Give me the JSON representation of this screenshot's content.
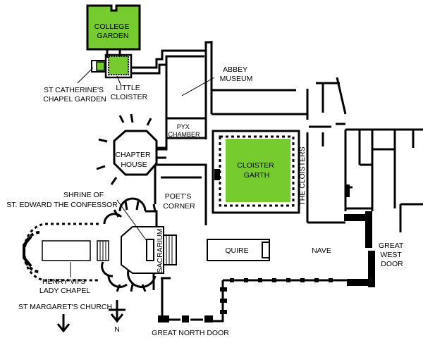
{
  "colors": {
    "green": "#76cc2f",
    "wall": "#000000",
    "background": "#ffffff"
  },
  "labels": {
    "college_garden": [
      "COLLEGE",
      "GARDEN"
    ],
    "st_catherines": [
      "ST CATHERINE'S",
      "CHAPEL GARDEN"
    ],
    "little_cloister": [
      "LITTLE",
      "CLOISTER"
    ],
    "abbey_museum": [
      "ABBEY",
      "MUSEUM"
    ],
    "pyx_chamber": [
      "PYX",
      "CHAMBER"
    ],
    "chapter_house": [
      "CHAPTER",
      "HOUSE"
    ],
    "cloister_garth": [
      "CLOISTER",
      "GARTH"
    ],
    "the_cloisters": "THE CLOISTERS",
    "shrine": [
      "SHRINE OF",
      "ST. EDWARD THE CONFESSOR"
    ],
    "poets_corner": [
      "POET'S",
      "CORNER"
    ],
    "sacrarium": "SACRARIUM",
    "quire": "QUIRE",
    "nave": "NAVE",
    "great_west_door": [
      "GREAT",
      "WEST",
      "DOOR"
    ],
    "henry_vii": [
      "HENRY VII'S",
      "LADY CHAPEL"
    ],
    "st_margarets": "ST MARGARET'S CHURCH",
    "north": "N",
    "great_north_door": "GREAT NORTH DOOR"
  }
}
